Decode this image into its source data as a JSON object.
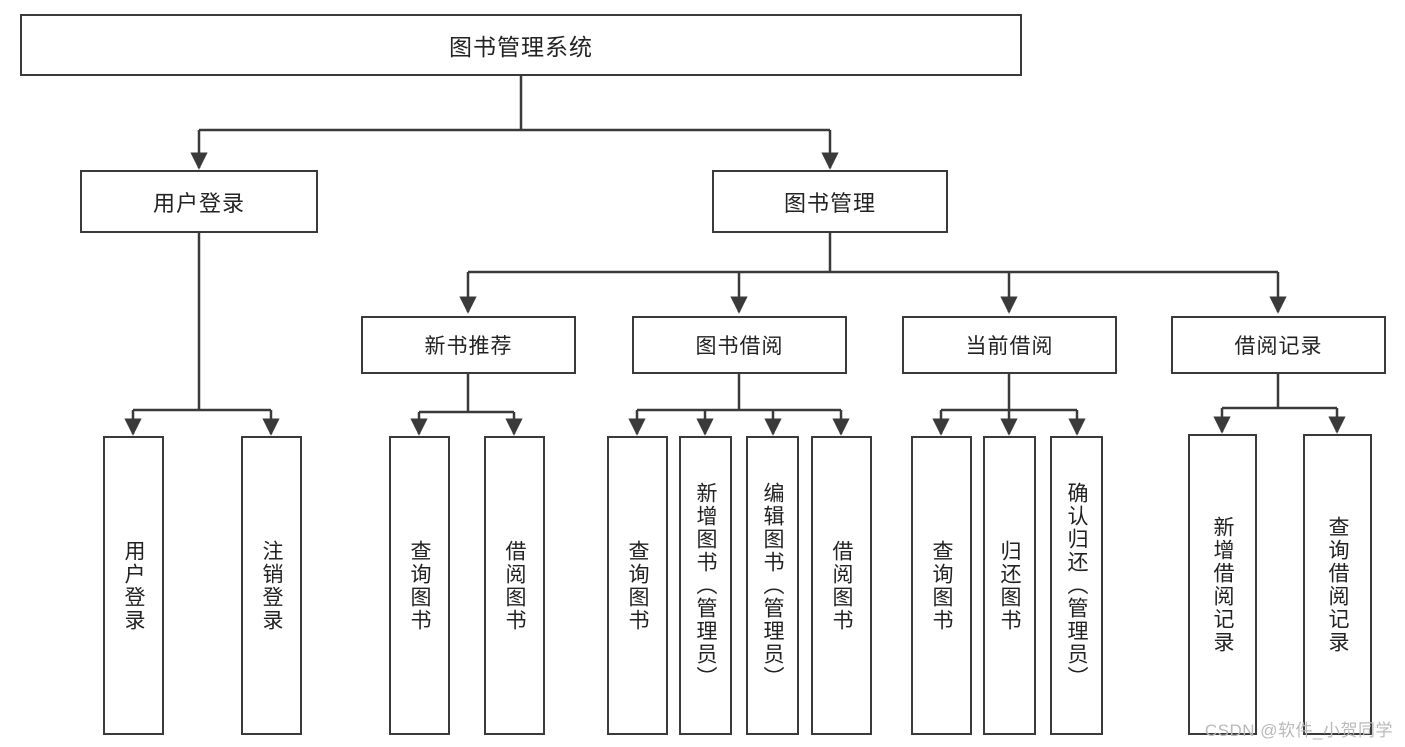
{
  "diagram": {
    "title": "图书管理系统",
    "watermark": "CSDN @软件_小贺同学",
    "colors": {
      "stroke": "#3a3a3a",
      "text": "#222222",
      "background": "#ffffff",
      "watermark": "#b9b9b9"
    },
    "root": {
      "label": "图书管理系统"
    },
    "level2": [
      {
        "label": "用户登录"
      },
      {
        "label": "图书管理"
      }
    ],
    "level3": [
      {
        "label": "新书推荐"
      },
      {
        "label": "图书借阅"
      },
      {
        "label": "当前借阅"
      },
      {
        "label": "借阅记录"
      }
    ],
    "leaves": {
      "user_login": [
        {
          "label": "用户登录"
        },
        {
          "label": "注销登录"
        }
      ],
      "new_book": [
        {
          "label": "查询图书"
        },
        {
          "label": "借阅图书"
        }
      ],
      "book_borrow": [
        {
          "label": "查询图书"
        },
        {
          "label": "新增图书（管理员）"
        },
        {
          "label": "编辑图书（管理员）"
        },
        {
          "label": "借阅图书"
        }
      ],
      "current_borrow": [
        {
          "label": "查询图书"
        },
        {
          "label": "归还图书"
        },
        {
          "label": "确认归还（管理员）"
        }
      ],
      "borrow_record": [
        {
          "label": "新增借阅记录"
        },
        {
          "label": "查询借阅记录"
        }
      ]
    }
  }
}
